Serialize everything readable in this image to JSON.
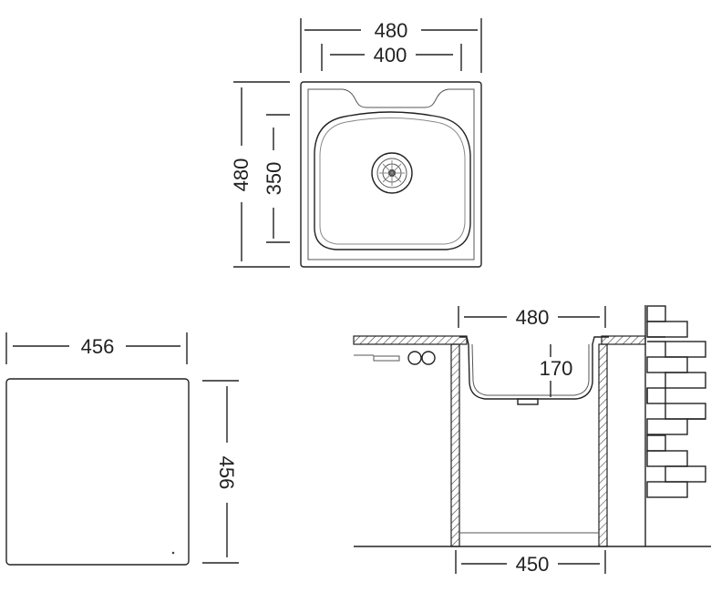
{
  "top_view": {
    "outer_width": "480",
    "bowl_width": "400",
    "outer_depth": "480",
    "bowl_depth": "350"
  },
  "cutout_view": {
    "width": "456",
    "depth": "456"
  },
  "section_view": {
    "sink_width": "480",
    "bowl_depth": "170",
    "cabinet_width": "450"
  },
  "colors": {
    "line": "#222222",
    "hatch": "#444444",
    "background": "#ffffff"
  }
}
